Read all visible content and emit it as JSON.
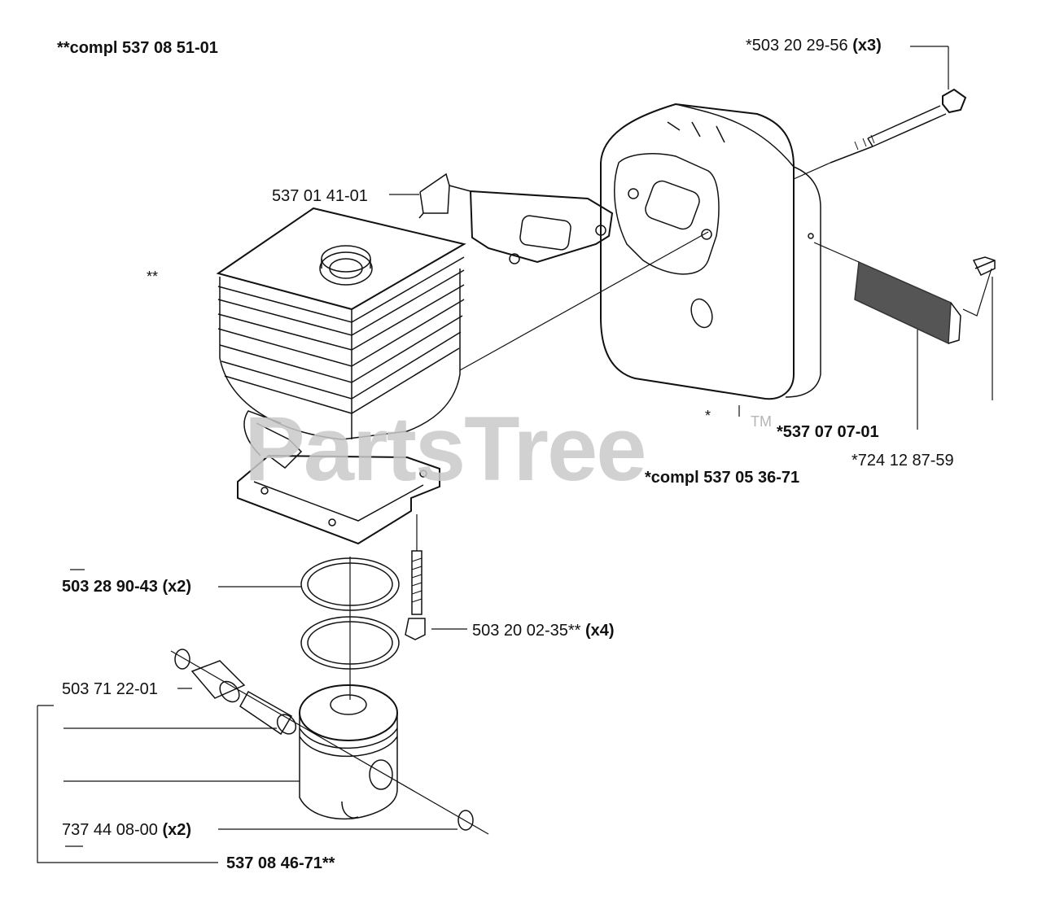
{
  "watermark": {
    "text": "PartsTree",
    "tm": "TM"
  },
  "labels": {
    "compl_537_08_51_01": "**compl 537 08 51-01",
    "bolt_503_20_29_56": "*503 20 29-56",
    "bolt_503_20_29_56_qty": "(x3)",
    "gasket_537_01_41_01": "537 01 41-01",
    "double_star": "**",
    "single_star": "*",
    "muffler_537_07_07_01": "*537 07 07-01",
    "screen_724_12_87_59": "*724 12 87-59",
    "compl_537_05_36_71": "*compl 537 05 36-71",
    "ring_503_28_90_43": "503 28 90-43",
    "ring_qty": "(x2)",
    "screw_503_20_02_35": "503 20 02-35**",
    "screw_qty": "(x4)",
    "bearing_503_71_22_01": "503 71 22-01",
    "circlip_737_44_08_00": "737 44 08-00",
    "circlip_qty": "(x2)",
    "piston_537_08_46_71": "537 08 46-71**"
  },
  "colors": {
    "line": "#111111",
    "watermark": "#c9c9c9",
    "screen": "#555555"
  }
}
